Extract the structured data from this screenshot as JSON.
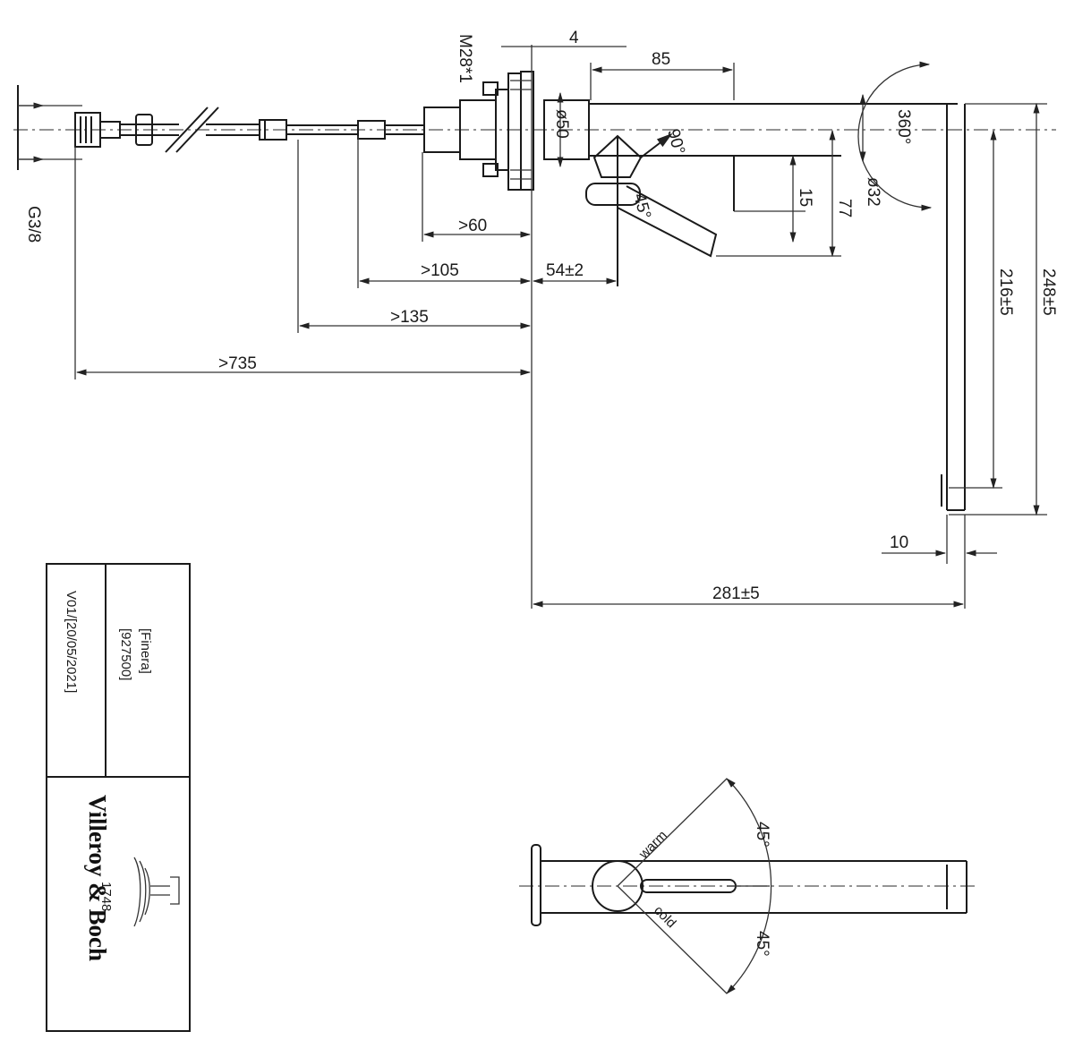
{
  "dimensions": {
    "g38": "G3/8",
    "m28": "M28*1",
    "thread_4": "4",
    "d50": "ø50",
    "d85": "85",
    "a90": "90°",
    "a45": "45°",
    "a360": "360°",
    "h15": "15",
    "h77": "77",
    "d32": "ø32",
    "min60": ">60",
    "min105": ">105",
    "off54": "54±2",
    "min135": ">135",
    "min735": ">735",
    "h216": "216±5",
    "h248": "248±5",
    "w10": "10",
    "reach281": "281±5"
  },
  "plan_view": {
    "angle_top": "45°",
    "angle_bottom": "45°",
    "label_top": "warm",
    "label_bottom": "cold"
  },
  "title_block": {
    "product_name": "[Finera]",
    "product_code": "[927500]",
    "version": "V01/[20/05/2021]"
  },
  "logo": {
    "brand": "Villeroy & Boch",
    "year": "1748"
  }
}
